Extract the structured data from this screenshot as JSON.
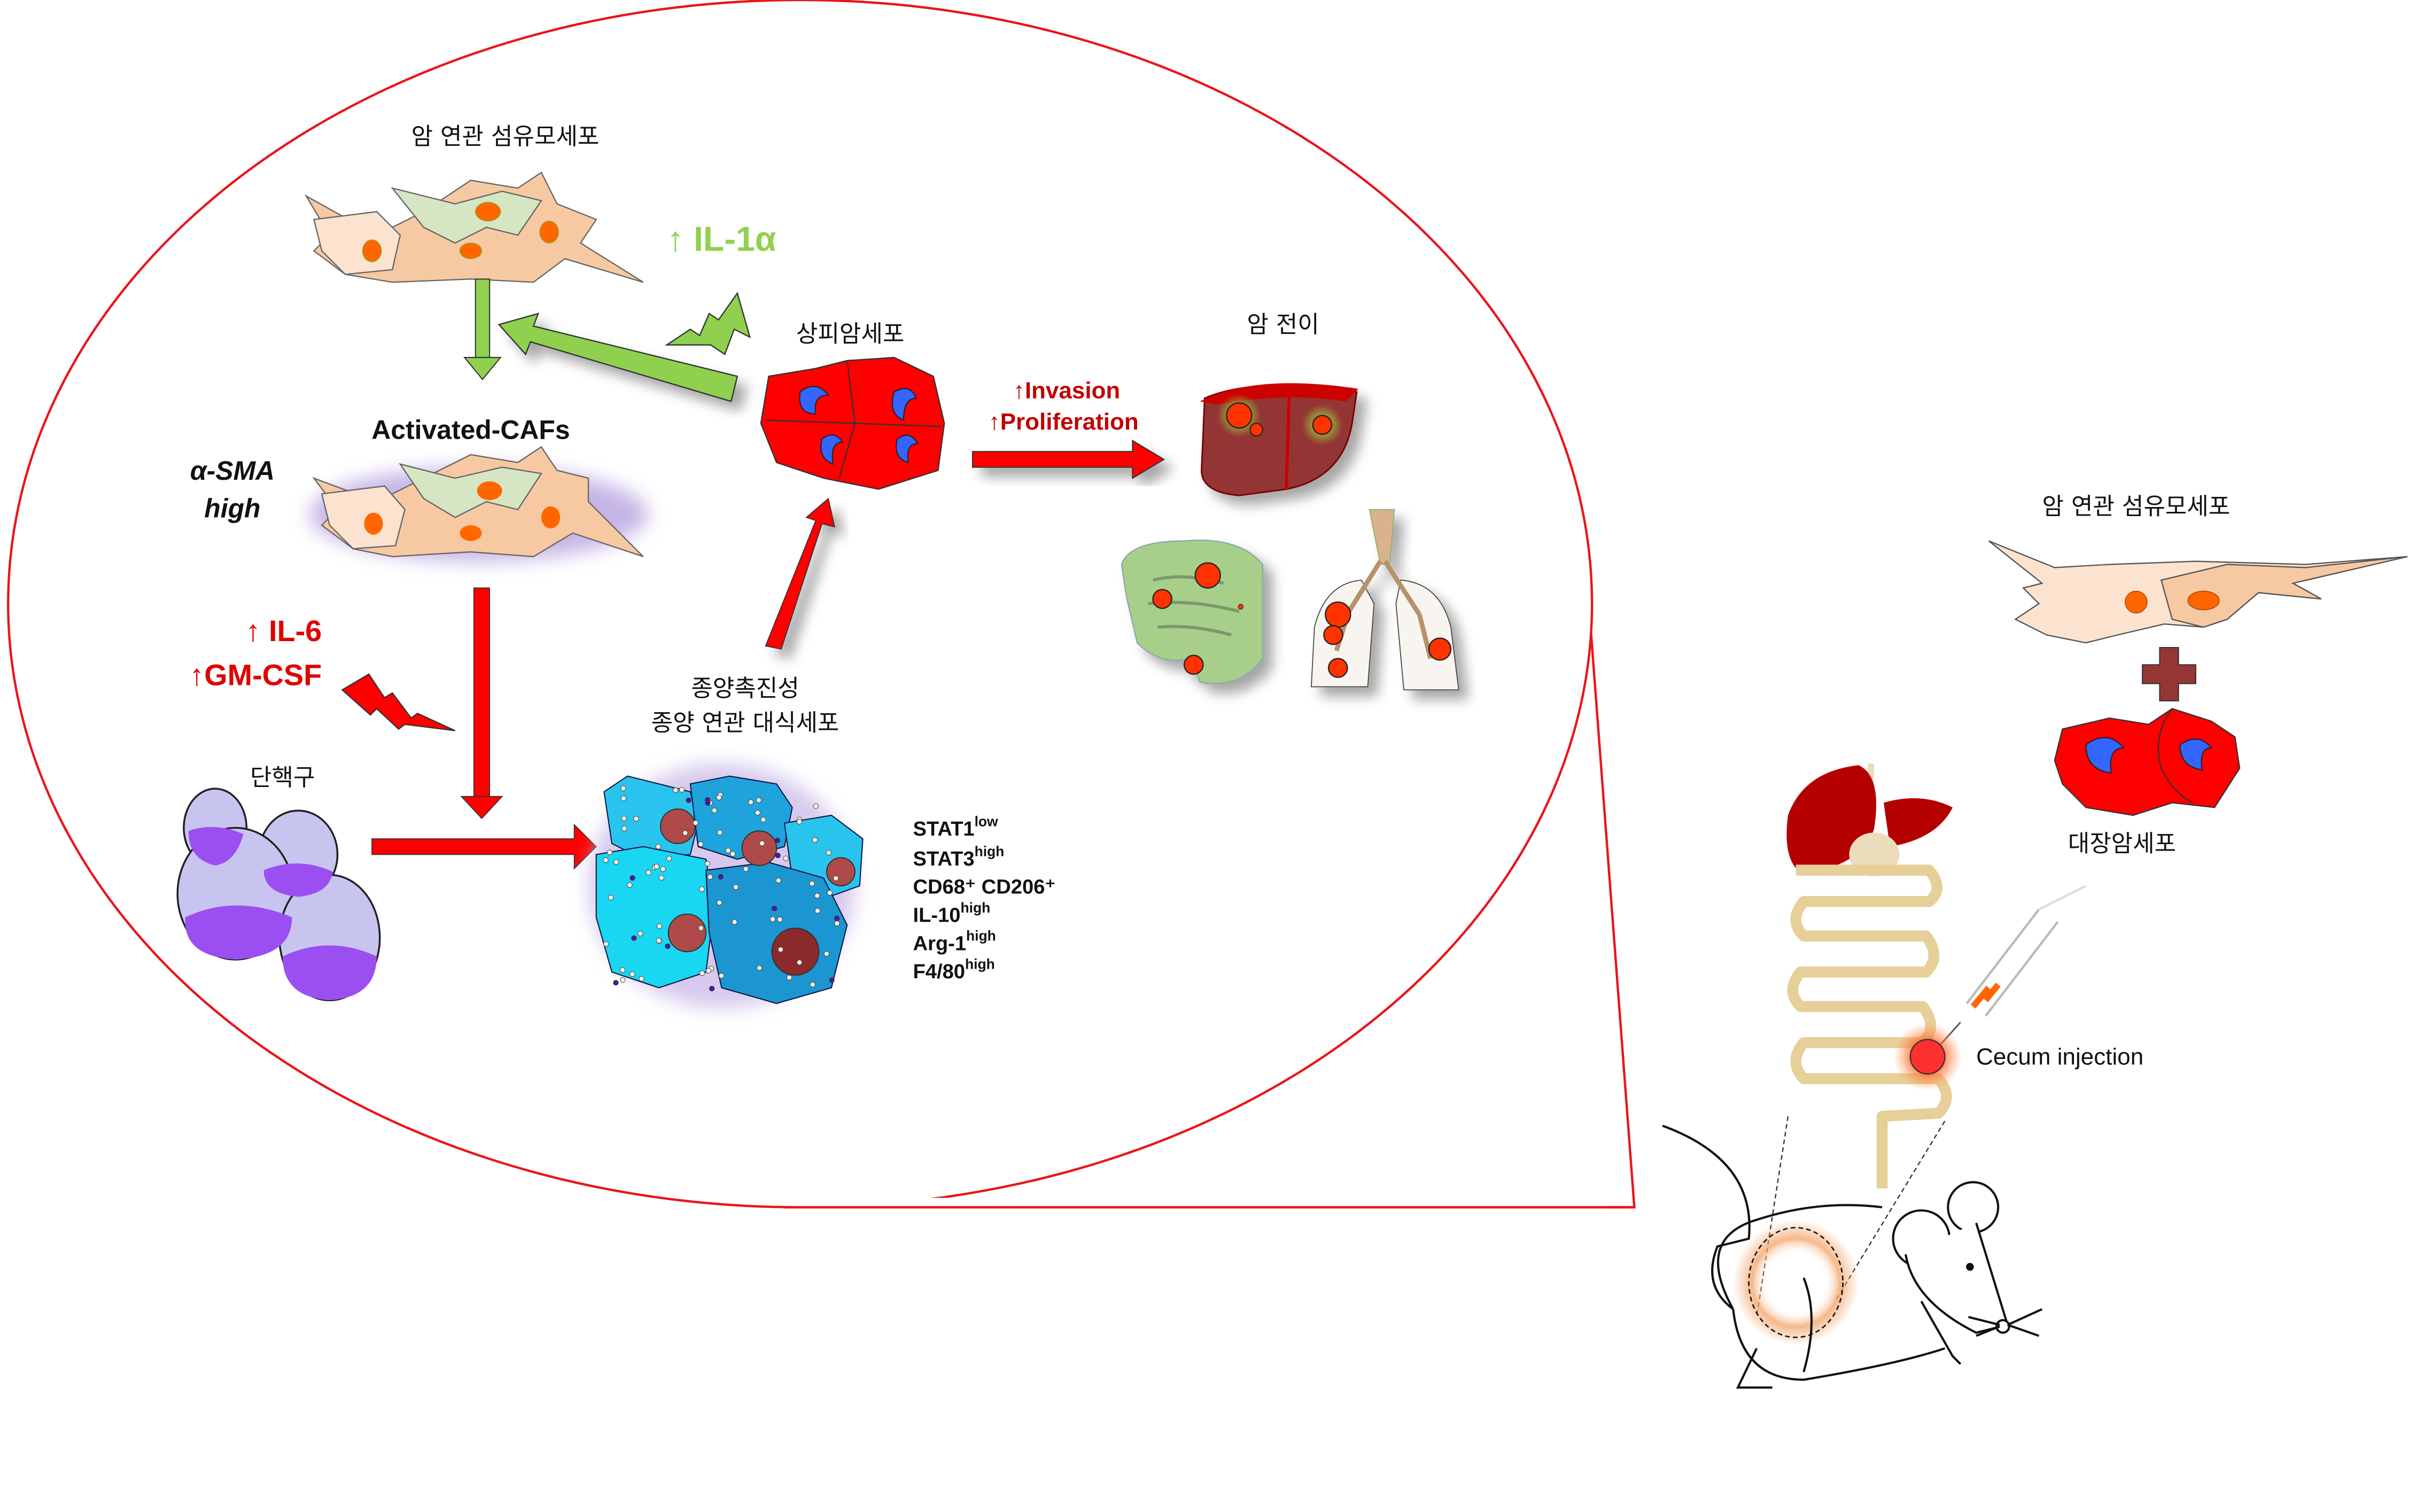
{
  "figure": {
    "bubble": {
      "outline_color": "#e8161b",
      "labels": {
        "caf_title": "암 연관 섬유모세포",
        "il1a": "↑ IL-1α",
        "activated_cafs": "Activated-CAFs",
        "asma_line1": "α-SMA",
        "asma_line2": "high",
        "il6": "↑ IL-6",
        "gmcsf": "↑GM-CSF",
        "epithelial_cancer": "상피암세포",
        "invasion": "↑Invasion",
        "proliferation": "↑Proliferation",
        "metastasis": "암 전이",
        "tam_line1": "종양촉진성",
        "tam_line2": "종양 연관 대식세포",
        "monocyte": "단핵구"
      },
      "tam_markers": [
        {
          "name": "STAT1",
          "sup": "low"
        },
        {
          "name": "STAT3",
          "sup": "high"
        },
        {
          "name": "CD68⁺ CD206⁺",
          "sup": ""
        },
        {
          "name": "IL-10",
          "sup": "high"
        },
        {
          "name": "Arg-1",
          "sup": "high"
        },
        {
          "name": "F4/80",
          "sup": "high"
        }
      ]
    },
    "model": {
      "caf_label": "암 연관 섬유모세포",
      "plus_symbol": "+",
      "crc_label": "대장암세포",
      "injection_label": "Cecum injection"
    },
    "colors": {
      "green_signal": "#8fd14f",
      "red_signal": "#ff0000",
      "cancer_cell": "#ff0000",
      "nucleus_blue": "#3366ff",
      "caf_nucleus": "#ff6600",
      "liver": "#b50000",
      "plus": "#943634",
      "il1a_text": "#92d050",
      "red_text": "#e00000"
    }
  }
}
